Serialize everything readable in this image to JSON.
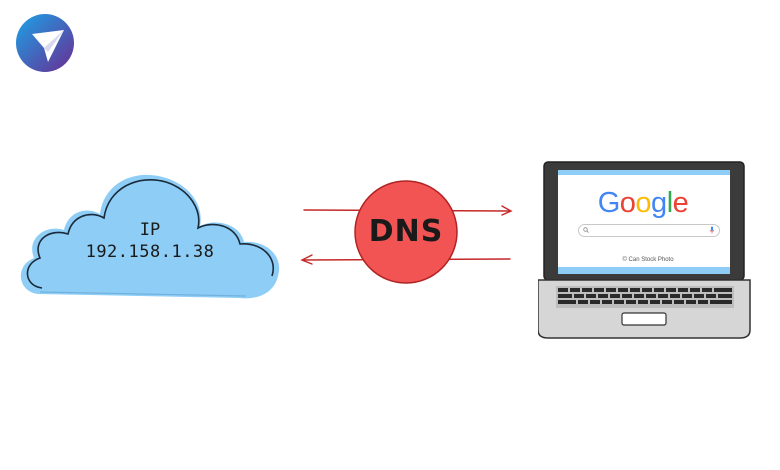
{
  "logo": {
    "icon": "paper-plane-logo",
    "colors": [
      "#1e90d6",
      "#6a2c91",
      "#ffffff"
    ]
  },
  "cloud": {
    "ip_label": "IP",
    "ip_value": "192.158.1.38",
    "fill": "#8ecdf6"
  },
  "dns": {
    "label": "DNS",
    "fill": "#f25454",
    "arrow_color": "#c62828"
  },
  "laptop": {
    "search_brand": [
      "G",
      "o",
      "o",
      "g",
      "l",
      "e"
    ],
    "brand_colors": [
      "#4285F4",
      "#EA4335",
      "#FBBC05",
      "#4285F4",
      "#34A853",
      "#EA4335"
    ],
    "credit": "© Can Stock Photo",
    "screen_accent": "#8ecdf6"
  }
}
